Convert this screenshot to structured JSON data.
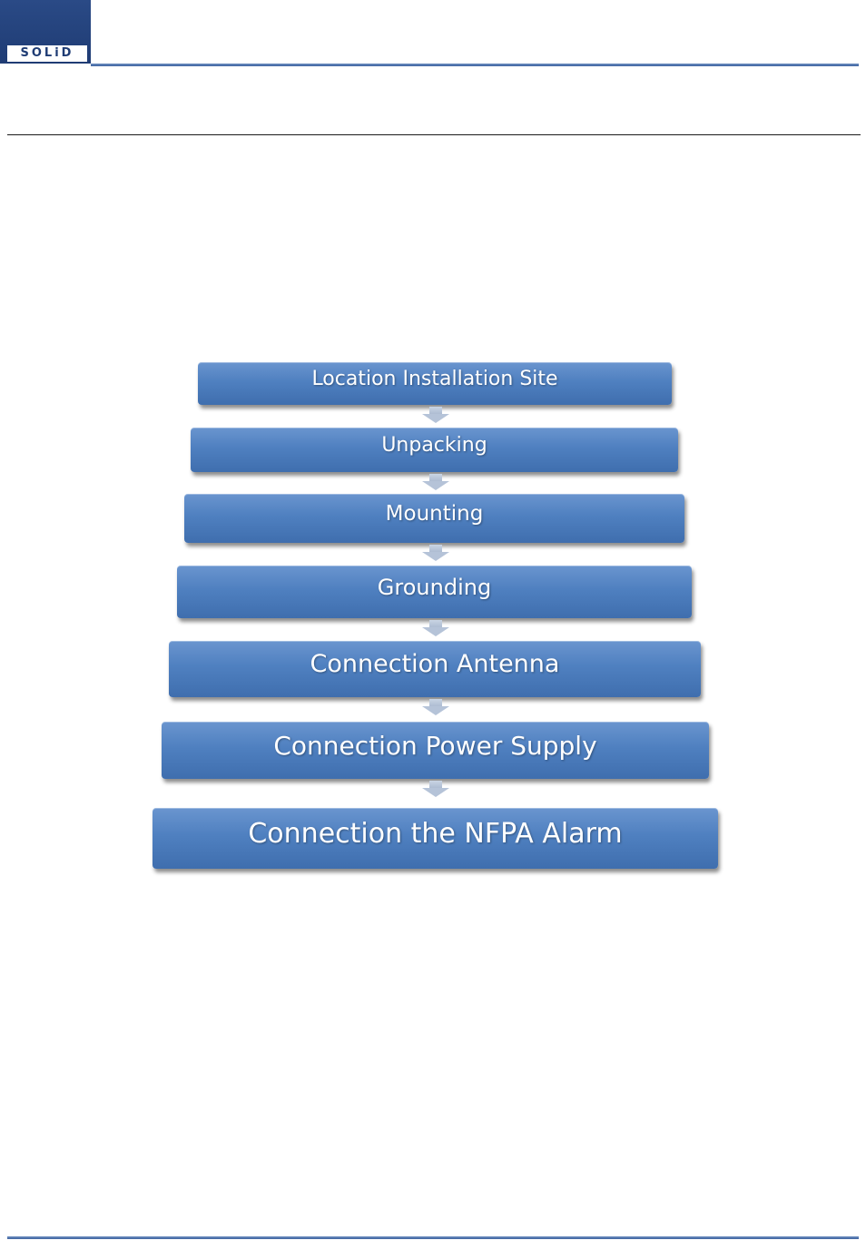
{
  "header": {
    "logo_text": "SOLiD"
  },
  "flowchart": {
    "steps": [
      "Location Installation Site",
      "Unpacking",
      "Mounting",
      "Grounding",
      "Connection Antenna",
      "Connection Power Supply",
      "Connection the NFPA Alarm"
    ]
  },
  "colors": {
    "brand": "#1f3c74",
    "step_fill": "#4f80c0",
    "rule": "#4a6fa8",
    "arrow": "#b5c3d8"
  }
}
